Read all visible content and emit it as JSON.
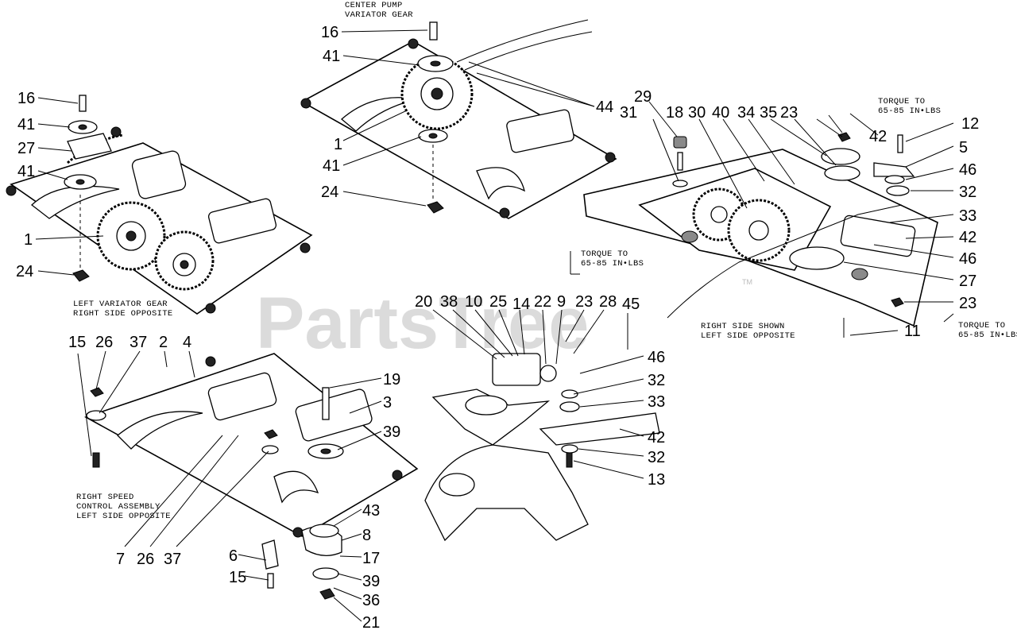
{
  "watermark": {
    "text": "PartsTree",
    "trademark": "TM"
  },
  "notes": {
    "center_pump_1": "CENTER PUMP",
    "center_pump_2": "VARIATOR GEAR",
    "left_variator_1": "LEFT VARIATOR GEAR",
    "left_variator_2": "RIGHT SIDE OPPOSITE",
    "right_speed_1": "RIGHT SPEED",
    "right_speed_2": "CONTROL ASSEMBLY",
    "right_speed_3": "LEFT SIDE OPPOSITE",
    "right_side_1": "RIGHT SIDE SHOWN",
    "right_side_2": "LEFT SIDE OPPOSITE",
    "torque_a_1": "TORQUE TO",
    "torque_a_2": "65-85 IN•LBS",
    "torque_b_1": "TORQUE TO",
    "torque_b_2": "65-85 IN•LBS",
    "torque_c_1": "TORQUE TO",
    "torque_c_2": "65-85 IN•LBS"
  },
  "callouts": {
    "left": [
      "16",
      "41",
      "27",
      "41",
      "1",
      "24"
    ],
    "center": [
      "16",
      "41",
      "1",
      "41",
      "24",
      "44"
    ],
    "right": [
      "29",
      "31",
      "18",
      "30",
      "40",
      "34",
      "35",
      "23",
      "12",
      "42",
      "5",
      "46",
      "32",
      "33",
      "42",
      "46",
      "27",
      "23",
      "11"
    ],
    "lower_left": [
      "15",
      "26",
      "37",
      "2",
      "4",
      "19",
      "3",
      "39",
      "7",
      "26",
      "37",
      "15"
    ],
    "lower_mid": [
      "6",
      "43",
      "8",
      "17",
      "15",
      "39",
      "36",
      "21"
    ],
    "lower_right": [
      "20",
      "38",
      "10",
      "25",
      "14",
      "22",
      "9",
      "23",
      "28",
      "45",
      "46",
      "32",
      "33",
      "42",
      "32",
      "13"
    ]
  }
}
